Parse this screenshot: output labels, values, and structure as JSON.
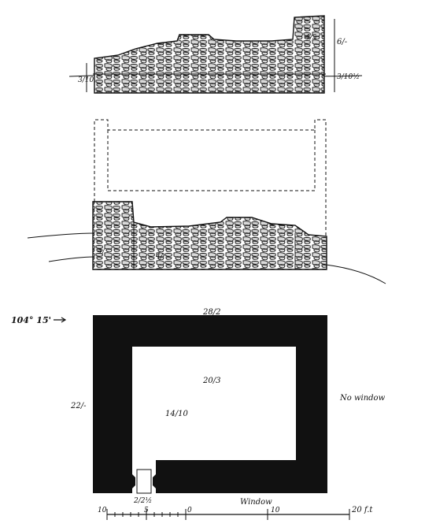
{
  "colors": {
    "ink": "#111111",
    "paper": "#ffffff"
  },
  "elevation_top": {
    "dims": {
      "left_height": "3/10",
      "right_height_upper": "6/-",
      "right_height_lower": "3/10½",
      "pier": "4/5"
    }
  },
  "elevation_bottom": {
    "dims": {
      "left_pier": "4/",
      "right_pier": "4/"
    }
  },
  "plan": {
    "bearing": "104° 15'",
    "outer_length": "28/2",
    "inner_length": "20/3",
    "outer_width": "22/-",
    "inner_width": "14/10",
    "door_width": "2/2½",
    "note_right": "No window",
    "note_bottom": "Window"
  },
  "scale_bar": {
    "ticks": [
      "10",
      "5",
      "0",
      "10",
      "20 f.t"
    ],
    "unit": "ft"
  }
}
